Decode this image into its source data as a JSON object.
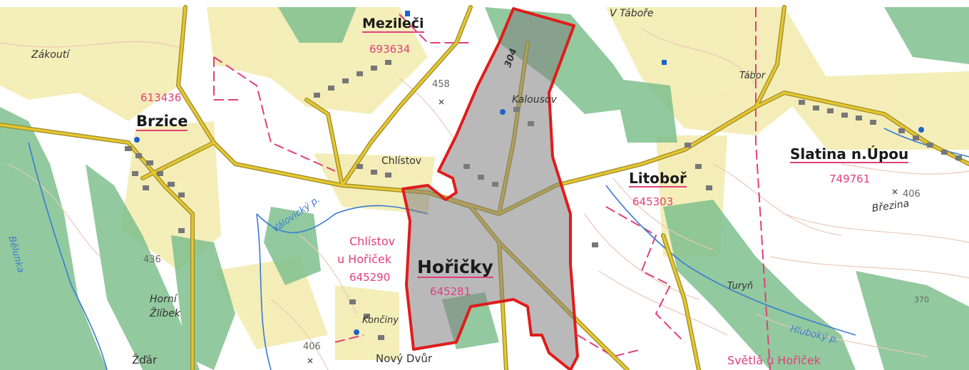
{
  "towns": {
    "mezileci": {
      "name": "Mezileči",
      "code": "693634"
    },
    "brzice": {
      "name": "Brzice",
      "code": "613436"
    },
    "horicky": {
      "name": "Hořičky",
      "code": "645281"
    },
    "litobor": {
      "name": "Litoboř",
      "code": "645303"
    },
    "slatina": {
      "name": "Slatina n.Úpou",
      "code": "749761"
    },
    "chlistov_cadastre": {
      "line1": "Chlístov",
      "line2": "u Hořiček",
      "code": "645290"
    },
    "svetla": {
      "name": "Světlá u Hořiček"
    }
  },
  "places": {
    "zakouti": "Zákoutí",
    "v_tabore": "V Táboře",
    "tabor": "Tábor",
    "kalousov": "Kalousov",
    "chlistov": "Chlístov",
    "turyn": "Turyň",
    "brezina": "Březina",
    "horni_zlibek_1": "Horní",
    "horni_zlibek_2": "Žlíbek",
    "konciny": "Končiny",
    "novy_dvur": "Nový Dvůr",
    "zdar": "Žďár"
  },
  "rivers": {
    "belunka": "Bělunka",
    "valovicky": "Válovický p.",
    "hluboky": "Hluboký p."
  },
  "elevations": {
    "e458": "458",
    "e436": "436",
    "e406a": "406",
    "e406b": "406",
    "e370": "370"
  },
  "roads": {
    "r304": "304"
  },
  "colors": {
    "forest": "#7fc08e",
    "built": "#f3ecb0",
    "road": "#e6c62f",
    "road_edge": "#9a8a2a",
    "boundary": "#e0407a",
    "highlight": "#e01c1c",
    "water": "#3a7bd5",
    "contour": "#e9c9b8",
    "buildings": "#777777"
  }
}
